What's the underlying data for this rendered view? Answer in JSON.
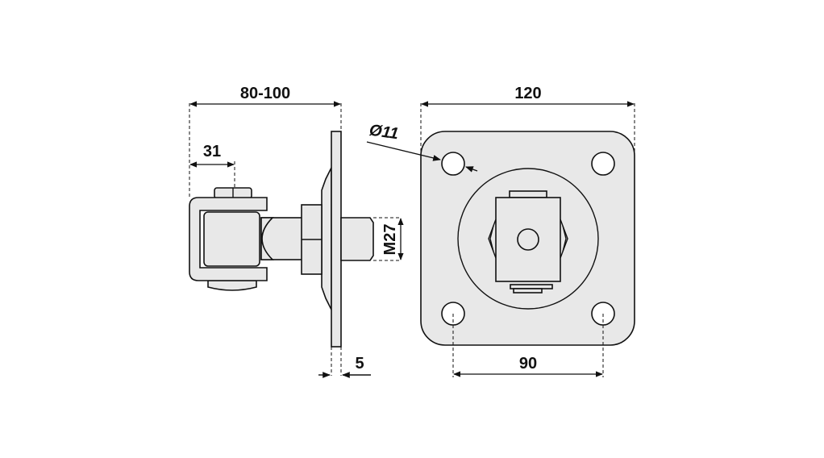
{
  "dimensions": {
    "overall_depth": "80-100",
    "eye_offset": "31",
    "thread": "M27",
    "plate_thickness": "5",
    "plate_width": "120",
    "hole_spacing": "90",
    "hole_diameter": "Ø11"
  }
}
